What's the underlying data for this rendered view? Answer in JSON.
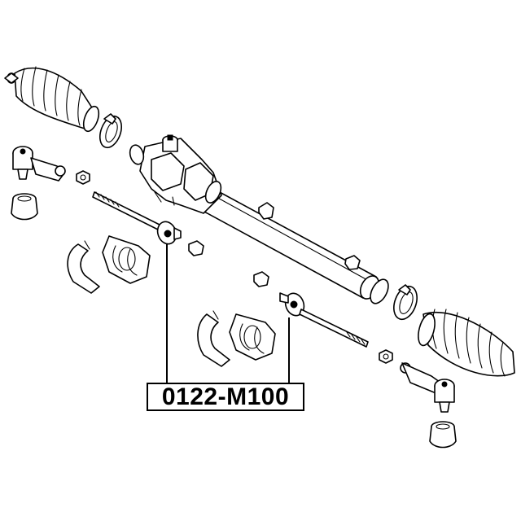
{
  "diagram": {
    "part_number": "0122-M100",
    "colors": {
      "line": "#000000",
      "background": "#ffffff"
    },
    "components": [
      "left-bellows-boot",
      "right-bellows-boot",
      "left-boot-clamp",
      "right-boot-clamp",
      "steering-gear-housing",
      "steering-rack-tube",
      "left-tie-rod-end",
      "right-tie-rod-end",
      "left-dust-boot",
      "right-dust-boot",
      "left-inner-tie-rod",
      "right-inner-tie-rod",
      "left-mount-bracket",
      "right-mount-bracket",
      "left-mount-bushing",
      "right-mount-bushing",
      "nuts"
    ]
  }
}
